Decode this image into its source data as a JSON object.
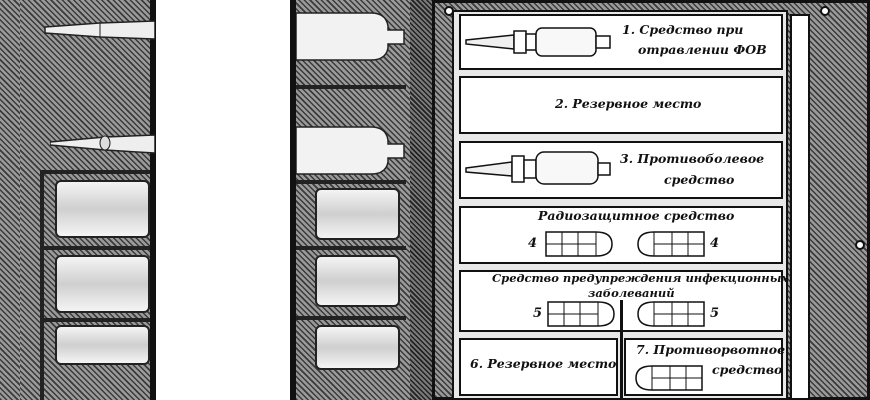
{
  "slots": [
    {
      "id": 1,
      "line1": "1. Средство при",
      "line2": "отравлении ФОВ"
    },
    {
      "id": 2,
      "line1": "2. Резервное место"
    },
    {
      "id": 3,
      "line1": "3. Противоболевое",
      "line2": "средство"
    },
    {
      "id": 4,
      "title": "Радиозащитное средство",
      "left_num": "4",
      "right_num": "4"
    },
    {
      "id": 5,
      "line1": "Средство предупреждения инфекционных",
      "line2": "заболеваний",
      "left_num": "5",
      "right_num": "5"
    },
    {
      "id": 6,
      "line1": "6. Резервное место"
    },
    {
      "id": 7,
      "line1": "7. Противорвотное",
      "line2": "средство"
    }
  ],
  "icons": {
    "syringe_tube": "syringe-tube-icon",
    "pill_case": "pill-case-icon",
    "vial": "vial-icon"
  }
}
